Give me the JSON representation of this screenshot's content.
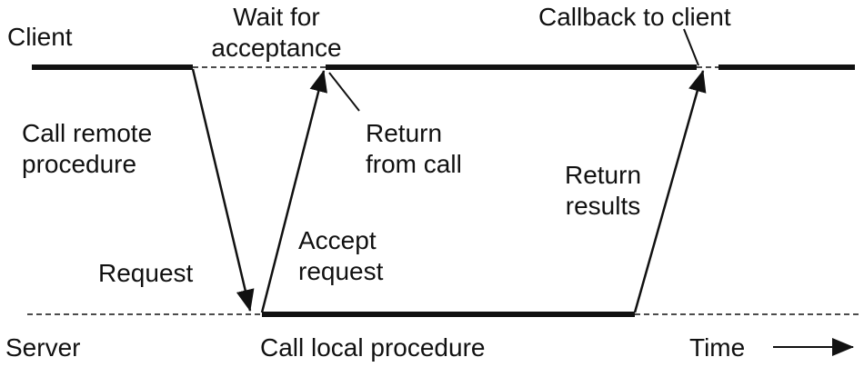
{
  "diagram": {
    "client_label": "Client",
    "server_label": "Server",
    "wait_for_acceptance": [
      "Wait for",
      "acceptance"
    ],
    "callback_to_client": "Callback to client",
    "call_remote_procedure": [
      "Call remote",
      "procedure"
    ],
    "return_from_call": [
      "Return",
      "from call"
    ],
    "return_results": [
      "Return",
      "results"
    ],
    "accept_request": [
      "Accept",
      "request"
    ],
    "request": "Request",
    "call_local_procedure": "Call local procedure",
    "time_label": "Time"
  },
  "colors": {
    "line": "#111111",
    "background": "#ffffff"
  }
}
